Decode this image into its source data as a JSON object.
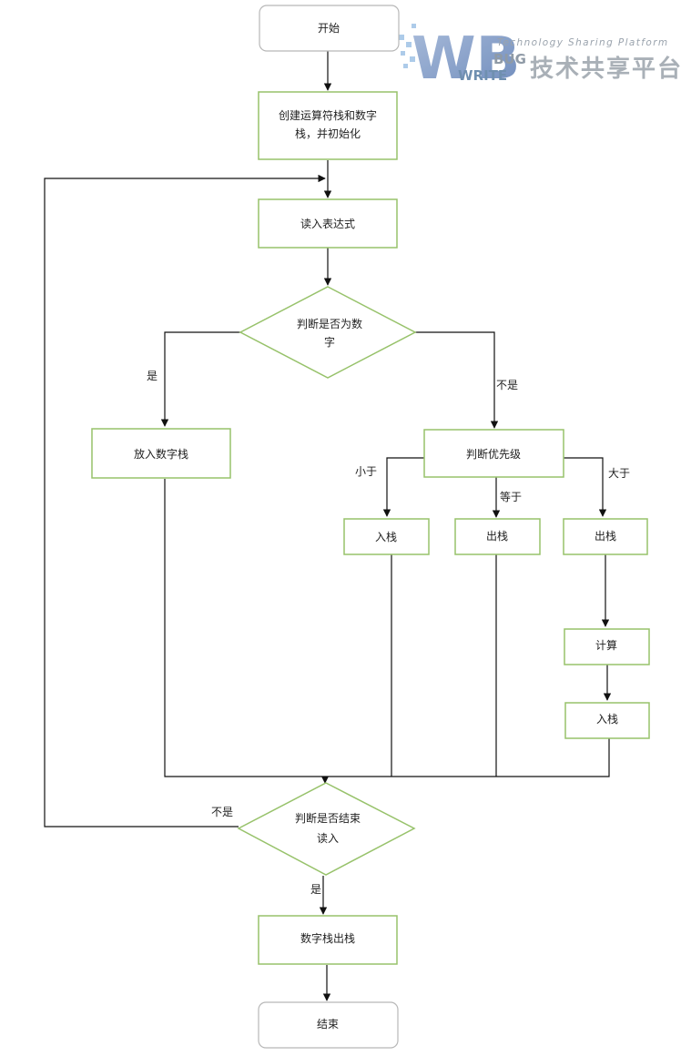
{
  "watermark": {
    "letters": "WB",
    "bug": "BUG",
    "write": "WRITE",
    "tagline": "Technology Sharing Platform",
    "cn": "技术共享平台"
  },
  "nodes": {
    "start": "开始",
    "create_l1": "创建运算符栈和数字",
    "create_l2": "栈，并初始化",
    "read": "读入表达式",
    "is_num_l1": "判断是否为数",
    "is_num_l2": "字",
    "push_num": "放入数字栈",
    "priority": "判断优先级",
    "push_a": "入栈",
    "pop_a": "出栈",
    "pop_b": "出栈",
    "compute": "计算",
    "push_b": "入栈",
    "is_end_l1": "判断是否结束",
    "is_end_l2": "读入",
    "pop_num": "数字栈出栈",
    "end": "结束"
  },
  "edges": {
    "yes_1": "是",
    "no_1": "不是",
    "less": "小于",
    "equal": "等于",
    "greater": "大于",
    "no_2": "不是",
    "yes_2": "是"
  }
}
